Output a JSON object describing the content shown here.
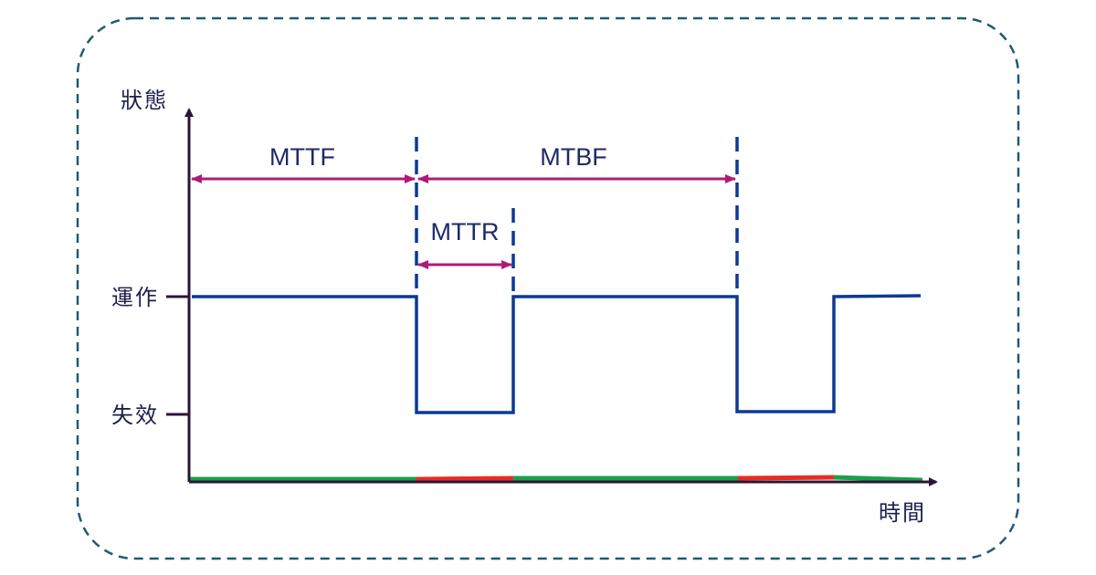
{
  "diagram": {
    "y_axis_title": "狀態",
    "x_axis_title": "時間",
    "state_levels": [
      {
        "key": "up",
        "label": "運作"
      },
      {
        "key": "down",
        "label": "失效"
      }
    ],
    "intervals": {
      "mttf": "MTTF",
      "mtbf": "MTBF",
      "mttr": "MTTR"
    },
    "colors": {
      "frame": "#1f5a73",
      "axis": "#2a1538",
      "signal": "#0b3a94",
      "marker": "#0b3a94",
      "interval_arrow": "#b0197a",
      "timeline_up": "#1aa04a",
      "timeline_down": "#e52e24"
    }
  }
}
